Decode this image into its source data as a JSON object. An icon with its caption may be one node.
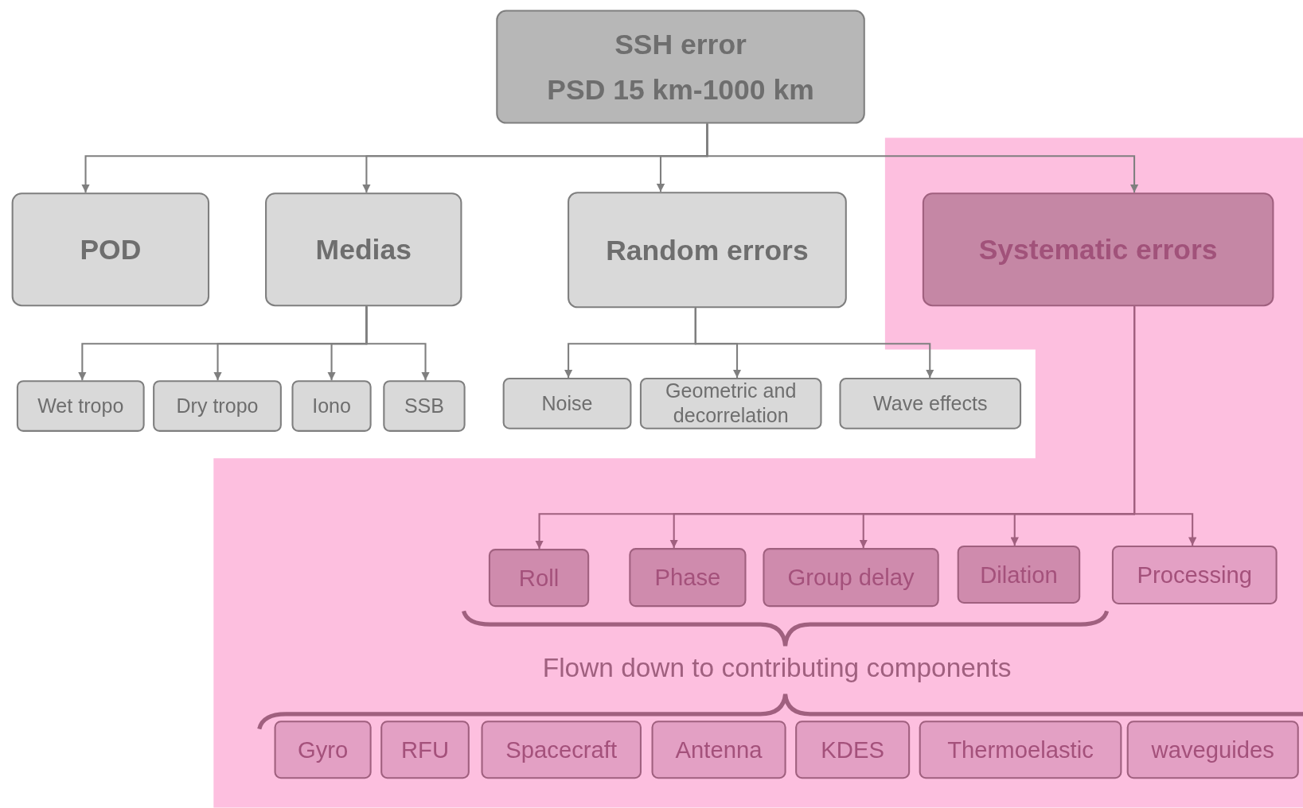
{
  "diagram": {
    "nodes": [
      {
        "text": [
          "SSH error",
          "PSD 15 km-1000 km"
        ]
      },
      {
        "text": [
          "POD"
        ]
      },
      {
        "text": [
          "Medias"
        ]
      },
      {
        "text": [
          "Random errors"
        ]
      },
      {
        "text": [
          "Systematic errors"
        ]
      },
      {
        "text": [
          "Wet tropo"
        ]
      },
      {
        "text": [
          "Dry tropo"
        ]
      },
      {
        "text": [
          "Iono"
        ]
      },
      {
        "text": [
          "SSB"
        ]
      },
      {
        "text": [
          "Noise"
        ]
      },
      {
        "text": [
          "Geometric and decorrelation"
        ]
      },
      {
        "text": [
          "Wave effects"
        ]
      },
      {
        "text": [
          "Roll"
        ]
      },
      {
        "text": [
          "Phase"
        ]
      },
      {
        "text": [
          "Group delay"
        ]
      },
      {
        "text": [
          "Dilation"
        ]
      },
      {
        "text": [
          "Processing"
        ]
      },
      {
        "text": [
          "Gyro"
        ]
      },
      {
        "text": [
          "RFU"
        ]
      },
      {
        "text": [
          "Spacecraft"
        ]
      },
      {
        "text": [
          "Antenna"
        ]
      },
      {
        "text": [
          "KDES"
        ]
      },
      {
        "text": [
          "Thermoelastic"
        ]
      },
      {
        "text": [
          "waveguides"
        ]
      }
    ],
    "edges": [
      {
        "from": 0,
        "to": 1,
        "arrow": "to"
      },
      {
        "from": 0,
        "to": 2,
        "arrow": "to"
      },
      {
        "from": 0,
        "to": 3,
        "arrow": "to"
      },
      {
        "from": 0,
        "to": 4,
        "arrow": "to"
      },
      {
        "from": 2,
        "to": 5,
        "arrow": "to"
      },
      {
        "from": 2,
        "to": 6,
        "arrow": "to"
      },
      {
        "from": 2,
        "to": 7,
        "arrow": "to"
      },
      {
        "from": 2,
        "to": 8,
        "arrow": "to"
      },
      {
        "from": 3,
        "to": 9,
        "arrow": "to"
      },
      {
        "from": 3,
        "to": 10,
        "arrow": "to"
      },
      {
        "from": 3,
        "to": 11,
        "arrow": "to"
      },
      {
        "from": 4,
        "to": 12,
        "arrow": "to",
        "color": "#a0607f"
      },
      {
        "from": 4,
        "to": 13,
        "arrow": "to",
        "color": "#a0607f"
      },
      {
        "from": 4,
        "to": 14,
        "arrow": "to",
        "color": "#a0607f"
      },
      {
        "from": 4,
        "to": 15,
        "arrow": "to",
        "color": "#a0607f"
      },
      {
        "from": 4,
        "to": 16,
        "arrow": "to",
        "color": "#a0607f"
      }
    ],
    "labels": [
      "Flown down to contributing components"
    ]
  }
}
